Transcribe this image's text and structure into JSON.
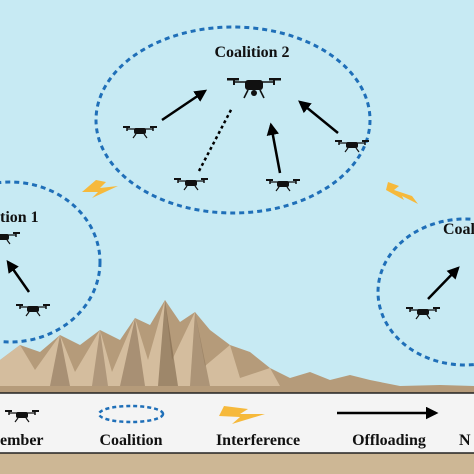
{
  "colors": {
    "sky": "#c7eaf3",
    "coalition_ring": "#1f6fb8",
    "interference": "#f6b93b",
    "arrow": "#000000",
    "mountain_light": "#d9c3a5",
    "mountain_dark": "#8a7258",
    "legend_bg": "#f4f4f4"
  },
  "coalitions": [
    {
      "label": "Coalition 2"
    },
    {
      "label": "tion 1"
    },
    {
      "label": "Coali"
    }
  ],
  "legend": {
    "items": [
      {
        "label": "ember",
        "icon": "drone-icon"
      },
      {
        "label": "Coalition",
        "icon": "dashed-ellipse-icon"
      },
      {
        "label": "Interference",
        "icon": "lightning-icon"
      },
      {
        "label": "Offloading",
        "icon": "arrow-icon"
      },
      {
        "label": "N",
        "icon": ""
      }
    ]
  }
}
